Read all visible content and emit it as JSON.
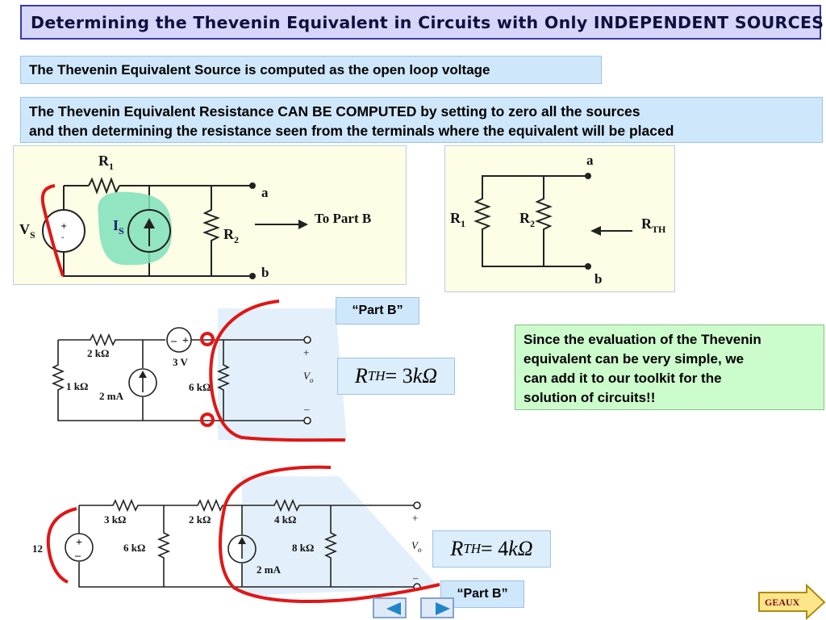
{
  "slide": {
    "title": "Determining the Thevenin Equivalent in Circuits with Only INDEPENDENT SOURCES",
    "source_statement": "The Thevenin Equivalent Source is computed as the open loop voltage",
    "resistance_line1": "The Thevenin Equivalent Resistance CAN BE COMPUTED by setting to zero all the sources",
    "resistance_line2": "and then determining the resistance seen from the terminals where the equivalent will be placed",
    "note": "Since the evaluation of the Thevenin\nequivalent can be very simple, we\ncan add it to our toolkit for the\nsolution of circuits!!",
    "part_b_label": "“Part B”"
  },
  "circuit1": {
    "r1": "R",
    "r1_sub": "1",
    "vs": "V",
    "vs_sub": "S",
    "is": "I",
    "is_sub": "S",
    "r2": "R",
    "r2_sub": "2",
    "plus": "+",
    "minus": "-",
    "node_a": "a",
    "node_b": "b",
    "arrow_label": "To Part B"
  },
  "circuit2": {
    "r1": "R",
    "r1_sub": "1",
    "r2": "R",
    "r2_sub": "2",
    "rth": "R",
    "rth_sub": "TH",
    "node_a": "a",
    "node_b": "b"
  },
  "circuit3": {
    "r_top": "2 kΩ",
    "r_left": "1 kΩ",
    "src": "2 mA",
    "vsrc": "3 V",
    "r_right": "6 kΩ",
    "plus": "+",
    "minus": "–",
    "vo": "V",
    "vo_sub": "o",
    "rth_prefix": "R",
    "rth_sub": "TH",
    "rth_eq": " = 3",
    "rth_unit": "kΩ"
  },
  "circuit4": {
    "v": "12",
    "r1": "3 kΩ",
    "r2": "2 kΩ",
    "r3": "4 kΩ",
    "r4": "6 kΩ",
    "r5": "8 kΩ",
    "src": "2 mA",
    "plus": "+",
    "minus": "–",
    "vo": "V",
    "vo_sub": "o",
    "rth_prefix": "R",
    "rth_sub": "TH",
    "rth_eq": " = 4",
    "rth_unit": "kΩ"
  },
  "nav": {
    "geaux_label": "GEAUX"
  },
  "colors": {
    "annotation_red": "#e01616",
    "source_green": "#7ee0b8",
    "panel_yellow": "#fefee6"
  }
}
